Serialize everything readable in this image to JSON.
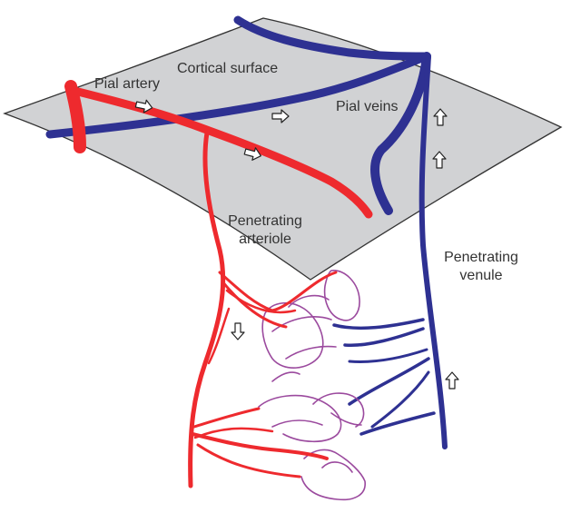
{
  "labels": {
    "cortical_surface": "Cortical surface",
    "pial_artery": "Pial artery",
    "pial_veins": "Pial veins",
    "penetrating_arteriole_line1": "Penetrating",
    "penetrating_arteriole_line2": "arteriole",
    "penetrating_venule_line1": "Penetrating",
    "penetrating_venule_line2": "venule"
  },
  "colors": {
    "artery": "#ee2a2e",
    "vein": "#2e3192",
    "capillary": "#9b4a9e",
    "surface_fill": "#d1d2d4",
    "surface_stroke": "#333333"
  },
  "icons": {
    "flow_arrow": "outline-arrow-icon"
  }
}
